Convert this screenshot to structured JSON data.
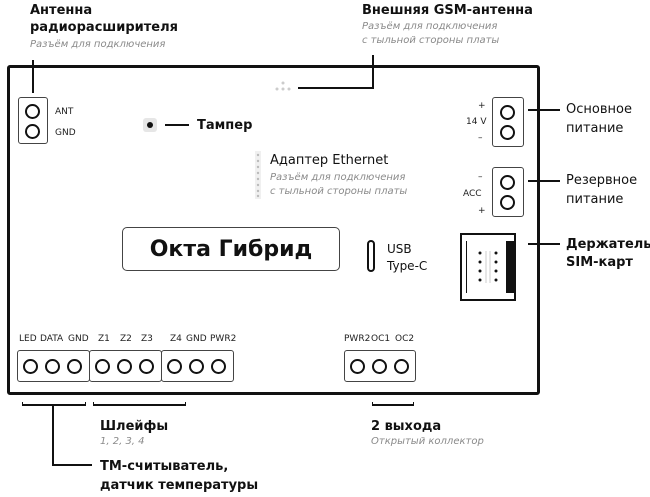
{
  "product": {
    "name": "Окта Гибрид"
  },
  "callouts": {
    "radio_antenna": {
      "title_line1": "Антенна",
      "title_line2": "радиорасширителя",
      "subtitle": "Разъём для подключения"
    },
    "gsm_antenna": {
      "title": "Внешняя GSM-антенна",
      "subtitle_line1": "Разъём для подключения",
      "subtitle_line2": "с тыльной стороны платы"
    },
    "tamper": {
      "title": "Тампер"
    },
    "ethernet": {
      "title": "Адаптер Ethernet",
      "subtitle_line1": "Разъём для подключения",
      "subtitle_line2": "с тыльной стороны платы"
    },
    "main_power": {
      "title_line1": "Основное",
      "title_line2": "питание"
    },
    "backup_power": {
      "title_line1": "Резервное",
      "title_line2": "питание"
    },
    "sim_holder": {
      "title_line1": "Держатель",
      "title_line2": "SIM-карт"
    },
    "usb": {
      "line1": "USB",
      "line2": "Type-C"
    },
    "loops": {
      "title": "Шлейфы",
      "subtitle": "1, 2, 3, 4"
    },
    "tm_reader": {
      "title_line1": "ТМ-считыватель,",
      "title_line2": "датчик температуры"
    },
    "outputs": {
      "title": "2 выхода",
      "subtitle": "Открытый коллектор"
    }
  },
  "pins": {
    "antenna": [
      "ANT",
      "GND"
    ],
    "main_power": {
      "plus": "+",
      "label": "14 V",
      "minus": "–"
    },
    "backup_power": {
      "minus": "–",
      "label": "ACC",
      "plus": "+"
    },
    "bottom_left": [
      "LED",
      "DATA",
      "GND",
      "Z1",
      "Z2",
      "Z3",
      "Z4",
      "GND",
      "PWR2"
    ],
    "bottom_right": [
      "PWR2",
      "OC1",
      "OC2"
    ]
  }
}
